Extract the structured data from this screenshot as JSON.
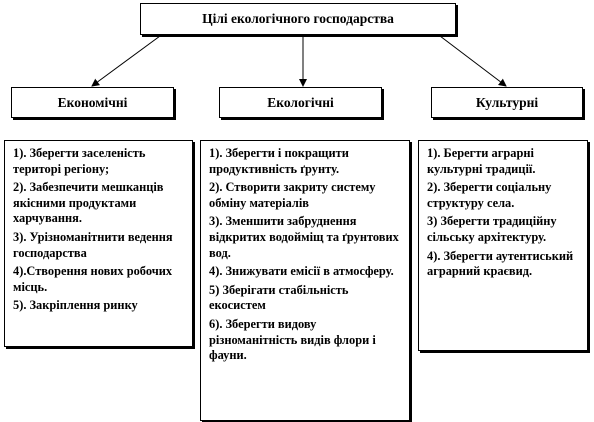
{
  "diagram": {
    "title": "Цілі екологічного господарства",
    "categories": [
      {
        "label": "Економічні",
        "items": [
          "1). Зберегти заселеність територі регіону;",
          "2). Забезпечити мешканців якісними продуктами харчування.",
          "3). Урізноманітнити ведення господарства",
          "4).Створення нових робочих місць.",
          "5). Закріплення ринку"
        ]
      },
      {
        "label": "Екологічні",
        "items": [
          "1). Зберегти і покращити продуктивність ґрунту.",
          "2). Створити закриту систему обміну матеріалів",
          "3). Зменшити забруднення відкритих водойміщ та ґрунтових вод.",
          "4). Знижувати емісії в атмосферу.",
          "5) Зберігати стабільність екосистем",
          "6). Зберегти видову різноманітність видів флори і фауни."
        ]
      },
      {
        "label": "Культурні",
        "items": [
          "1). Берегти аграрні культурні традиції.",
          "2). Зберегти соціальну структуру села.",
          "3) Зберегти традиційну сільську архітектуру.",
          "4). Зберегти аутентиський аграрний краєвид."
        ]
      }
    ]
  }
}
